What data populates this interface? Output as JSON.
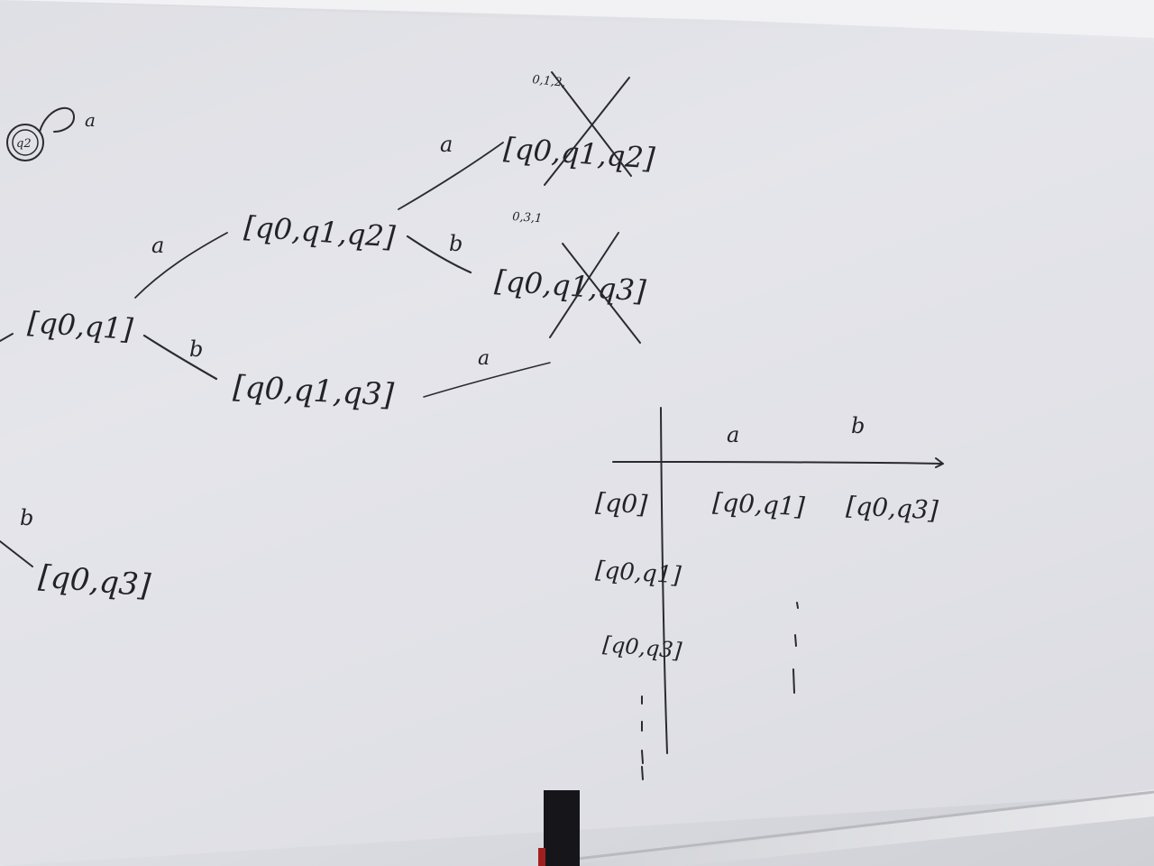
{
  "automaton": {
    "self_loop_state": "q2",
    "self_loop_symbol": "a"
  },
  "tree": {
    "root": "[q0,q1]",
    "root_a_label": "a",
    "root_a_node": "[q0,q1,q2]",
    "root_b_label": "b",
    "root_b_node": "[q0,q1,q3]",
    "n1_a_label": "a",
    "n1_a_node": "[q0,q1,q2]",
    "n1_a_note": "0,1,2,",
    "n1_b_label": "b",
    "n1_b_node": "[q0,q1,q3]",
    "n1_b_note": "0,3,1",
    "n2_a_label": "a",
    "lower_b_label": "b",
    "lower_node": "[q0,q3]"
  },
  "table": {
    "col_headers": [
      "a",
      "b"
    ],
    "row0": "[q0]",
    "row0_a": "[q0,q1]",
    "row0_b": "[q0,q3]",
    "row1": "[q0,q1]",
    "row2": "[q0,q3]"
  }
}
